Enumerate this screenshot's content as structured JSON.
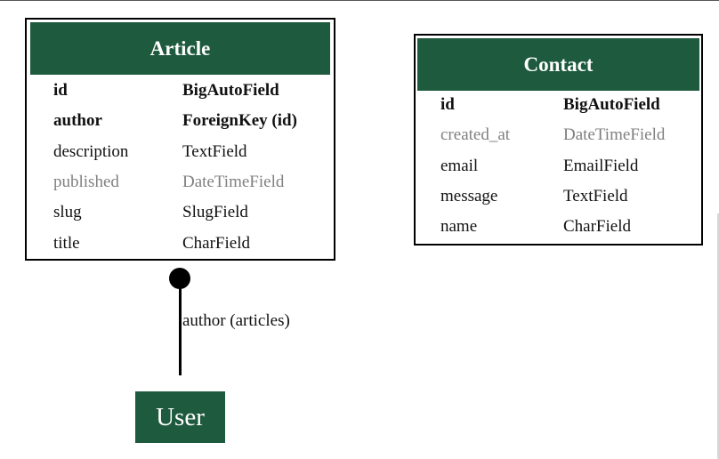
{
  "diagram": {
    "entities": [
      {
        "id": "article",
        "name": "Article",
        "fields": [
          {
            "name": "id",
            "type": "BigAutoField",
            "style": "pk"
          },
          {
            "name": "author",
            "type": "ForeignKey (id)",
            "style": "fk"
          },
          {
            "name": "description",
            "type": "TextField",
            "style": "normal"
          },
          {
            "name": "published",
            "type": "DateTimeField",
            "style": "muted"
          },
          {
            "name": "slug",
            "type": "SlugField",
            "style": "normal"
          },
          {
            "name": "title",
            "type": "CharField",
            "style": "normal"
          }
        ]
      },
      {
        "id": "contact",
        "name": "Contact",
        "fields": [
          {
            "name": "id",
            "type": "BigAutoField",
            "style": "pk"
          },
          {
            "name": "created_at",
            "type": "DateTimeField",
            "style": "muted"
          },
          {
            "name": "email",
            "type": "EmailField",
            "style": "normal"
          },
          {
            "name": "message",
            "type": "TextField",
            "style": "normal"
          },
          {
            "name": "name",
            "type": "CharField",
            "style": "normal"
          }
        ]
      }
    ],
    "relations": [
      {
        "from": "Article",
        "to": "User",
        "label": "author (articles)"
      }
    ],
    "external_nodes": [
      {
        "name": "User"
      }
    ],
    "colors": {
      "header_bg": "#1e5a3d",
      "header_text": "#ffffff",
      "muted_text": "#808080"
    }
  }
}
